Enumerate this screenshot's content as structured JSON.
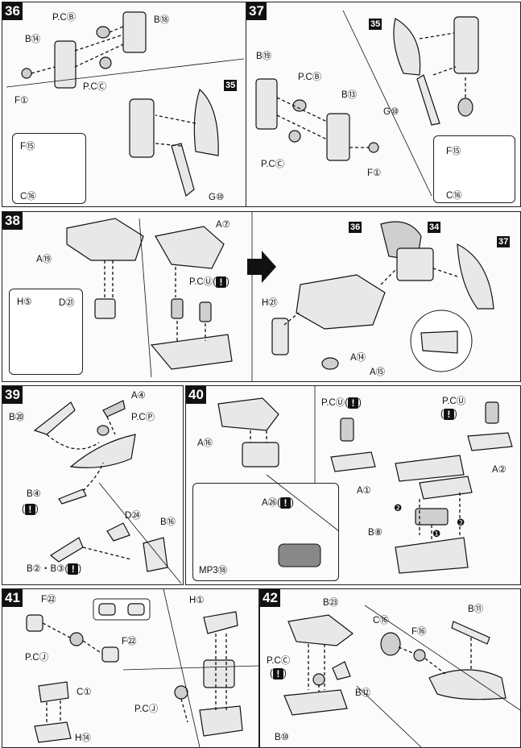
{
  "steps": {
    "s36": {
      "number": "36",
      "labels": [
        "P.CⒷ",
        "B⑱",
        "B⑭",
        "F①",
        "P.CⒸ",
        "F⑮",
        "C⑯",
        "G⑩"
      ],
      "ref": "35"
    },
    "s37": {
      "number": "37",
      "labels": [
        "B⑲",
        "P.CⒷ",
        "B⑬",
        "P.CⒸ",
        "F①",
        "G⑩",
        "F⑮",
        "C⑯"
      ],
      "ref": "35"
    },
    "s38": {
      "number": "38",
      "labels": [
        "A⑲",
        "A⑦",
        "P.CⓊ(",
        ")",
        "H⑤",
        "D㉑",
        "H㉑",
        "A⑭",
        "A⑮"
      ],
      "refs": [
        "36",
        "34",
        "37"
      ]
    },
    "s39": {
      "number": "39",
      "labels": [
        "B⑳",
        "A④",
        "P.CⓅ",
        "B④",
        "D㉔",
        "B⑯",
        "B②・B③("
      ]
    },
    "s40": {
      "number": "40",
      "labels": [
        "A⑯",
        "P.CⓊ(",
        "P.CⓊ",
        "A①",
        "A②",
        "A㉖(",
        "MP3⑱",
        "B⑧"
      ],
      "markers": [
        "❷",
        "❶",
        "❷"
      ]
    },
    "s41": {
      "number": "41",
      "labels": [
        "F㉒",
        "P.CⒿ",
        "F㉒",
        "C①",
        "H⑭",
        "H①",
        "P.CⒿ"
      ]
    },
    "s42": {
      "number": "42",
      "labels": [
        "B㉓",
        "C⑯",
        "F⑯",
        "B⑪",
        "P.CⒸ",
        "B⑫",
        "B⑩"
      ]
    }
  },
  "warn_symbol": "!"
}
